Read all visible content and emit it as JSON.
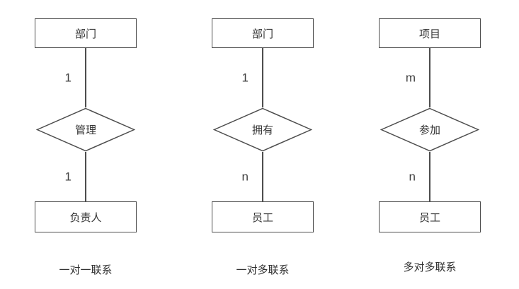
{
  "colors": {
    "stroke": "#4d4d4d",
    "text": "#333333",
    "background": "#ffffff"
  },
  "diagrams": [
    {
      "top_entity": "部门",
      "top_cardinality": "1",
      "relationship": "管理",
      "bottom_cardinality": "1",
      "bottom_entity": "负责人",
      "caption": "一对一联系"
    },
    {
      "top_entity": "部门",
      "top_cardinality": "1",
      "relationship": "拥有",
      "bottom_cardinality": "n",
      "bottom_entity": "员工",
      "caption": "一对多联系"
    },
    {
      "top_entity": "项目",
      "top_cardinality": "m",
      "relationship": "参加",
      "bottom_cardinality": "n",
      "bottom_entity": "员工",
      "caption": "多对多联系"
    }
  ]
}
